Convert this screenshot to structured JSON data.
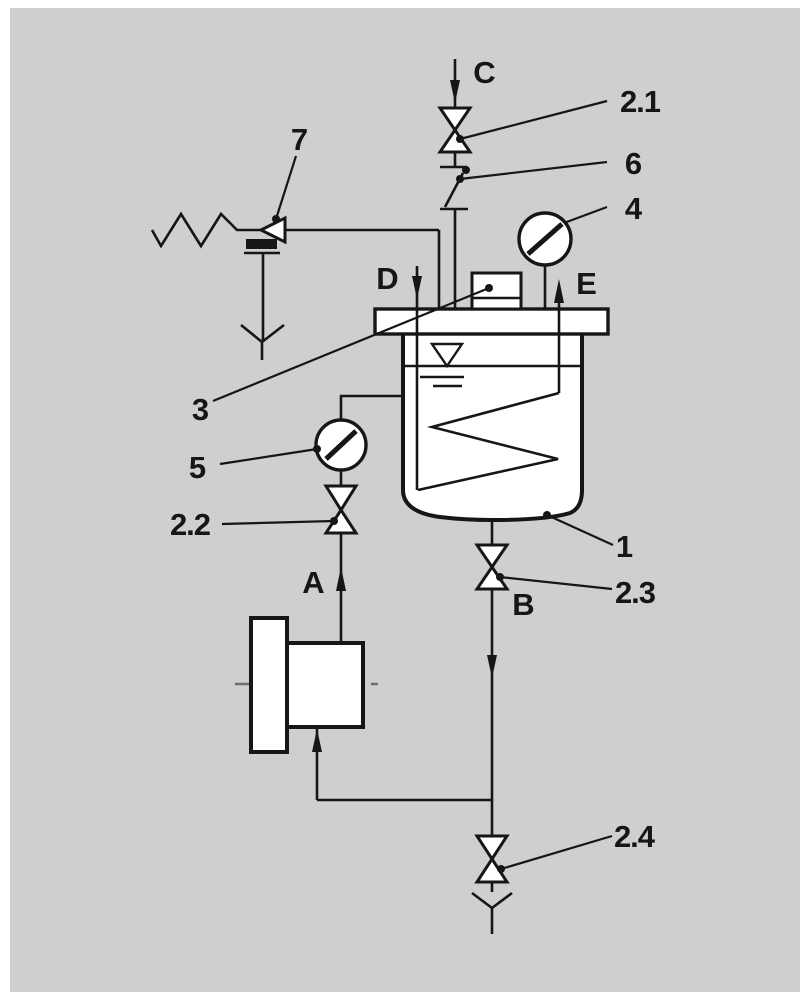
{
  "figure": {
    "type": "process-and-instrumentation-diagram",
    "background_color": "#cfcfcf",
    "page_color": "#ffffff",
    "line_color": "#161616",
    "description": "Pressure vessel with heating coil, valves, gauges, relief valve and pump"
  },
  "labels": {
    "tank": "1",
    "valve_inlet_c": "2.1",
    "valve_line_a": "2.2",
    "valve_outlet_b": "2.3",
    "valve_drain": "2.4",
    "lid_device": "3",
    "gauge_top": "4",
    "gauge_left": "5",
    "coupling": "6",
    "relief_valve": "7",
    "port_a": "A",
    "port_b": "B",
    "port_c": "C",
    "port_d": "D",
    "port_e": "E"
  }
}
